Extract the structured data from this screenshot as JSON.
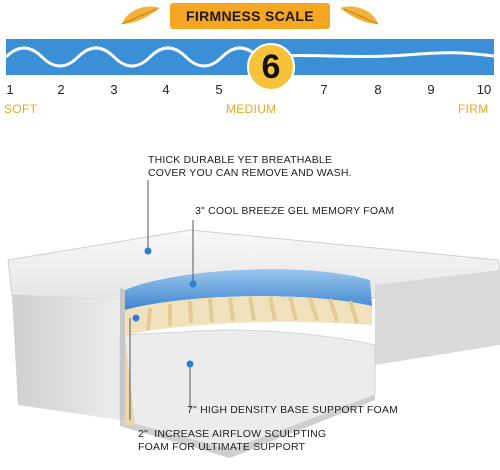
{
  "header": {
    "title": "FIRMNESS SCALE",
    "colors": {
      "banner": "#f5a623",
      "bar": "#3b8fd6",
      "accent": "#e9a81f"
    }
  },
  "scale": {
    "numbers": [
      "1",
      "2",
      "3",
      "4",
      "5",
      "6",
      "7",
      "8",
      "9",
      "10"
    ],
    "left_label": "SOFT",
    "middle_label": "MEDIUM",
    "right_label": "FIRM",
    "rating": "6"
  },
  "callouts": {
    "cover": "THICK DURABLE YET BREATHABLE\nCOVER YOU CAN REMOVE AND WASH.",
    "gel_foam": "3\" COOL BREEZE GEL MEMORY FOAM",
    "base_foam": "7\" HIGH DENSITY BASE SUPPORT FOAM",
    "airflow_foam": "2\"  INCREASE AIRFLOW SCULPTING\nFOAM FOR ULTIMATE SUPPORT"
  }
}
